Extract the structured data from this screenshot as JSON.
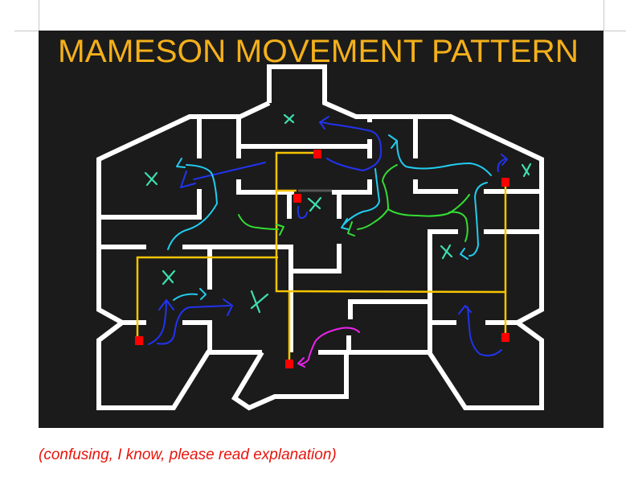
{
  "figure": {
    "title": "MAMESON MOVEMENT PATTERN",
    "colors": {
      "background": "#1b1b1b",
      "walls": "#ffffff",
      "title": "#f4b01a",
      "route": "#f5c400",
      "spawn": "#ff0000",
      "marker_x": "#3de0b0",
      "path_blue": "#2233ee",
      "path_cyan": "#22ccee",
      "path_green": "#33dd33",
      "path_magenta": "#ee22ee"
    },
    "legend_icons": [
      "spawn-square",
      "x-marker",
      "arrow-path"
    ]
  },
  "caption": "(confusing, I know, please read explanation)"
}
